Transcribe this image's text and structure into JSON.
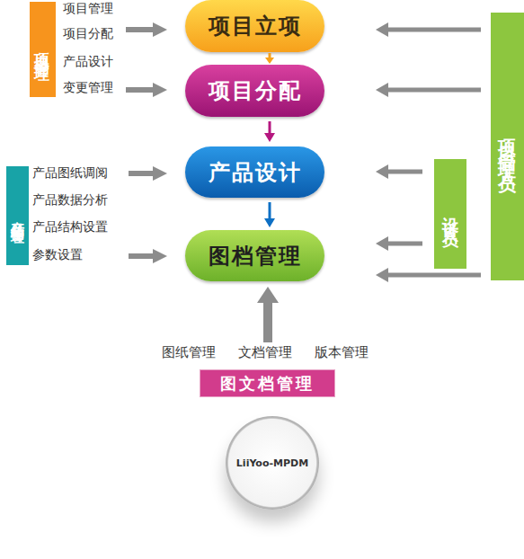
{
  "diagram": {
    "nodes": [
      {
        "text": [
          "项目管理"
        ]
      },
      {
        "text": [
          "项目立项"
        ]
      },
      {
        "text": [
          "项目管理人员"
        ]
      },
      {
        "text": [
          "项目分配"
        ]
      },
      {
        "text": [
          "产品结构管理"
        ]
      },
      {
        "text": [
          "产品设计"
        ]
      },
      {
        "text": [
          "设计人员"
        ]
      },
      {
        "text": [
          "图档管理"
        ]
      },
      {
        "text": [
          "图纸管理",
          "文档管理",
          "版本管理",
          "图文档管理"
        ]
      },
      {
        "text": [
          "LiiYoo-MPDM"
        ]
      }
    ],
    "edges": [
      {
        "from": 1,
        "to": 3,
        "arrow": "to"
      },
      {
        "from": 3,
        "to": 5,
        "arrow": "to"
      },
      {
        "from": 5,
        "to": 7,
        "arrow": "to"
      },
      {
        "from": 8,
        "to": 7,
        "arrow": "to"
      },
      {
        "from": 2,
        "to": 1,
        "arrow": "to"
      },
      {
        "from": 2,
        "to": 3,
        "arrow": "to"
      },
      {
        "from": 2,
        "to": 7,
        "arrow": "to"
      },
      {
        "from": 6,
        "to": 5,
        "arrow": "to"
      },
      {
        "from": 6,
        "to": 7,
        "arrow": "to"
      }
    ],
    "labels": [
      "项目管理",
      "项目分配",
      "产品设计",
      "变更管理",
      "产品图纸调阅",
      "产品数据分析",
      "产品结构设置",
      "参数设置"
    ]
  }
}
